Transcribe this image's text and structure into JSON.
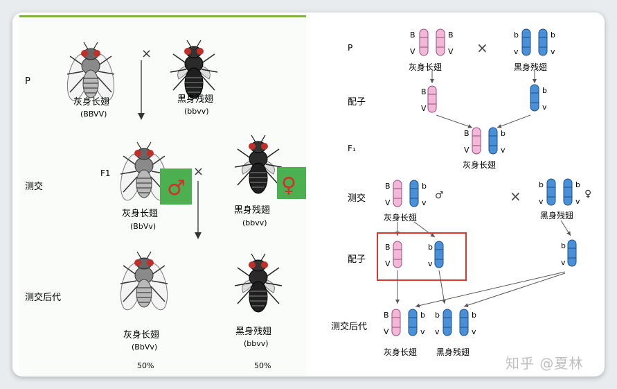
{
  "left": {
    "gen_p": "P",
    "gen_f1": "F1",
    "cross_test": "测交",
    "offspring": "测交后代",
    "cross_mark": "×",
    "fly_gray_long": {
      "name": "灰身长翅",
      "geno_p": "(BBVV)",
      "geno_f1": "(BbVv)",
      "geno_off": "(BbVv)"
    },
    "fly_black_vestigial": {
      "name": "黑身残翅",
      "geno": "(bbvv)"
    },
    "pct_left": "50%",
    "pct_right": "50%",
    "male_symbol": "♂",
    "female_symbol": "♀",
    "sex_box_color": "#4caf50"
  },
  "right": {
    "gen_p": "P",
    "gametes": "配子",
    "gen_f1": "F₁",
    "cross_test": "测交",
    "gametes2": "配子",
    "offspring": "测交后代",
    "cross_mark": "×",
    "male_symbol": "♂",
    "female_symbol": "♀",
    "labels": {
      "gray_long": "灰身长翅",
      "black_vestigial": "黑身残翅"
    },
    "alleles": {
      "B": "B",
      "V": "V",
      "b": "b",
      "v": "v"
    },
    "colors": {
      "pink": "#f2b8d8",
      "blue": "#4a90d9",
      "highlight": "#d9382e"
    }
  },
  "watermark": "知乎 @夏林"
}
